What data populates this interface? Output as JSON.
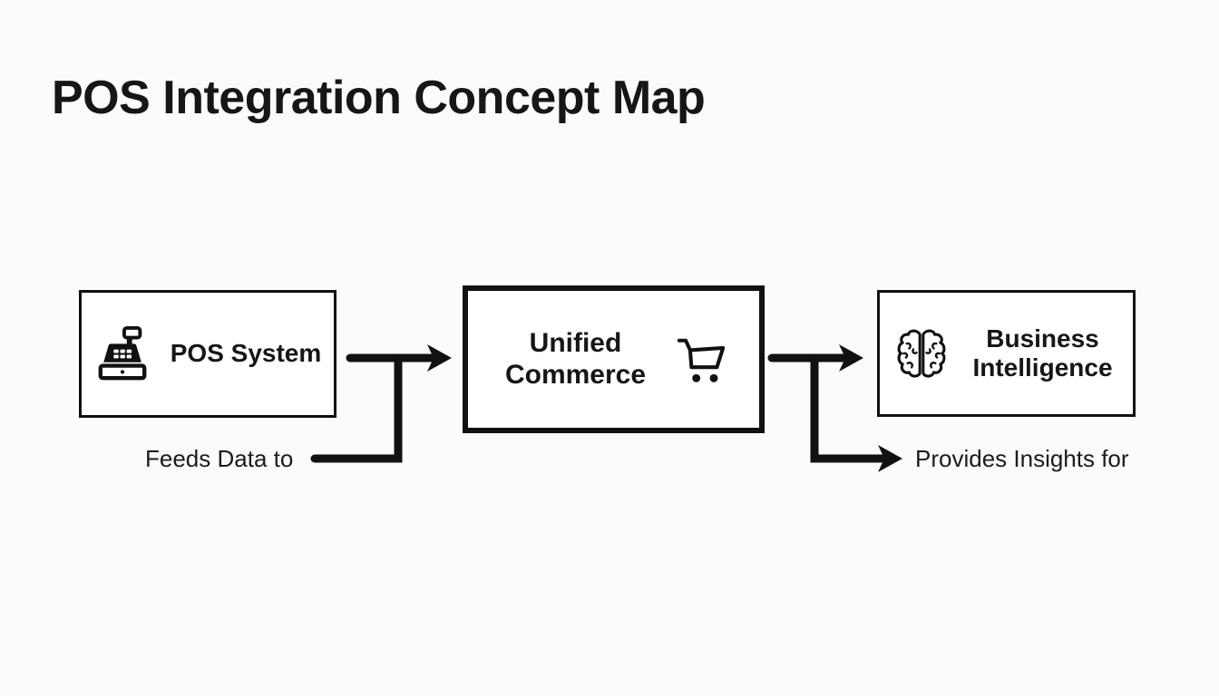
{
  "title": "POS Integration Concept Map",
  "nodes": [
    {
      "label": "POS System",
      "icon": "cash-register-icon"
    },
    {
      "label": "Unified Commerce",
      "icon": "shopping-cart-icon"
    },
    {
      "label": "Business Intelligence",
      "icon": "brain-icon"
    }
  ],
  "edges": [
    {
      "from": "POS System",
      "to": "Unified Commerce",
      "label": "Feeds Data to"
    },
    {
      "from": "Unified Commerce",
      "to": "Business Intelligence",
      "label": "Provides Insights for"
    }
  ],
  "colors": {
    "background": "#fbfbfb",
    "node_background": "#ffffff",
    "line": "#111111",
    "text": "#161616"
  }
}
